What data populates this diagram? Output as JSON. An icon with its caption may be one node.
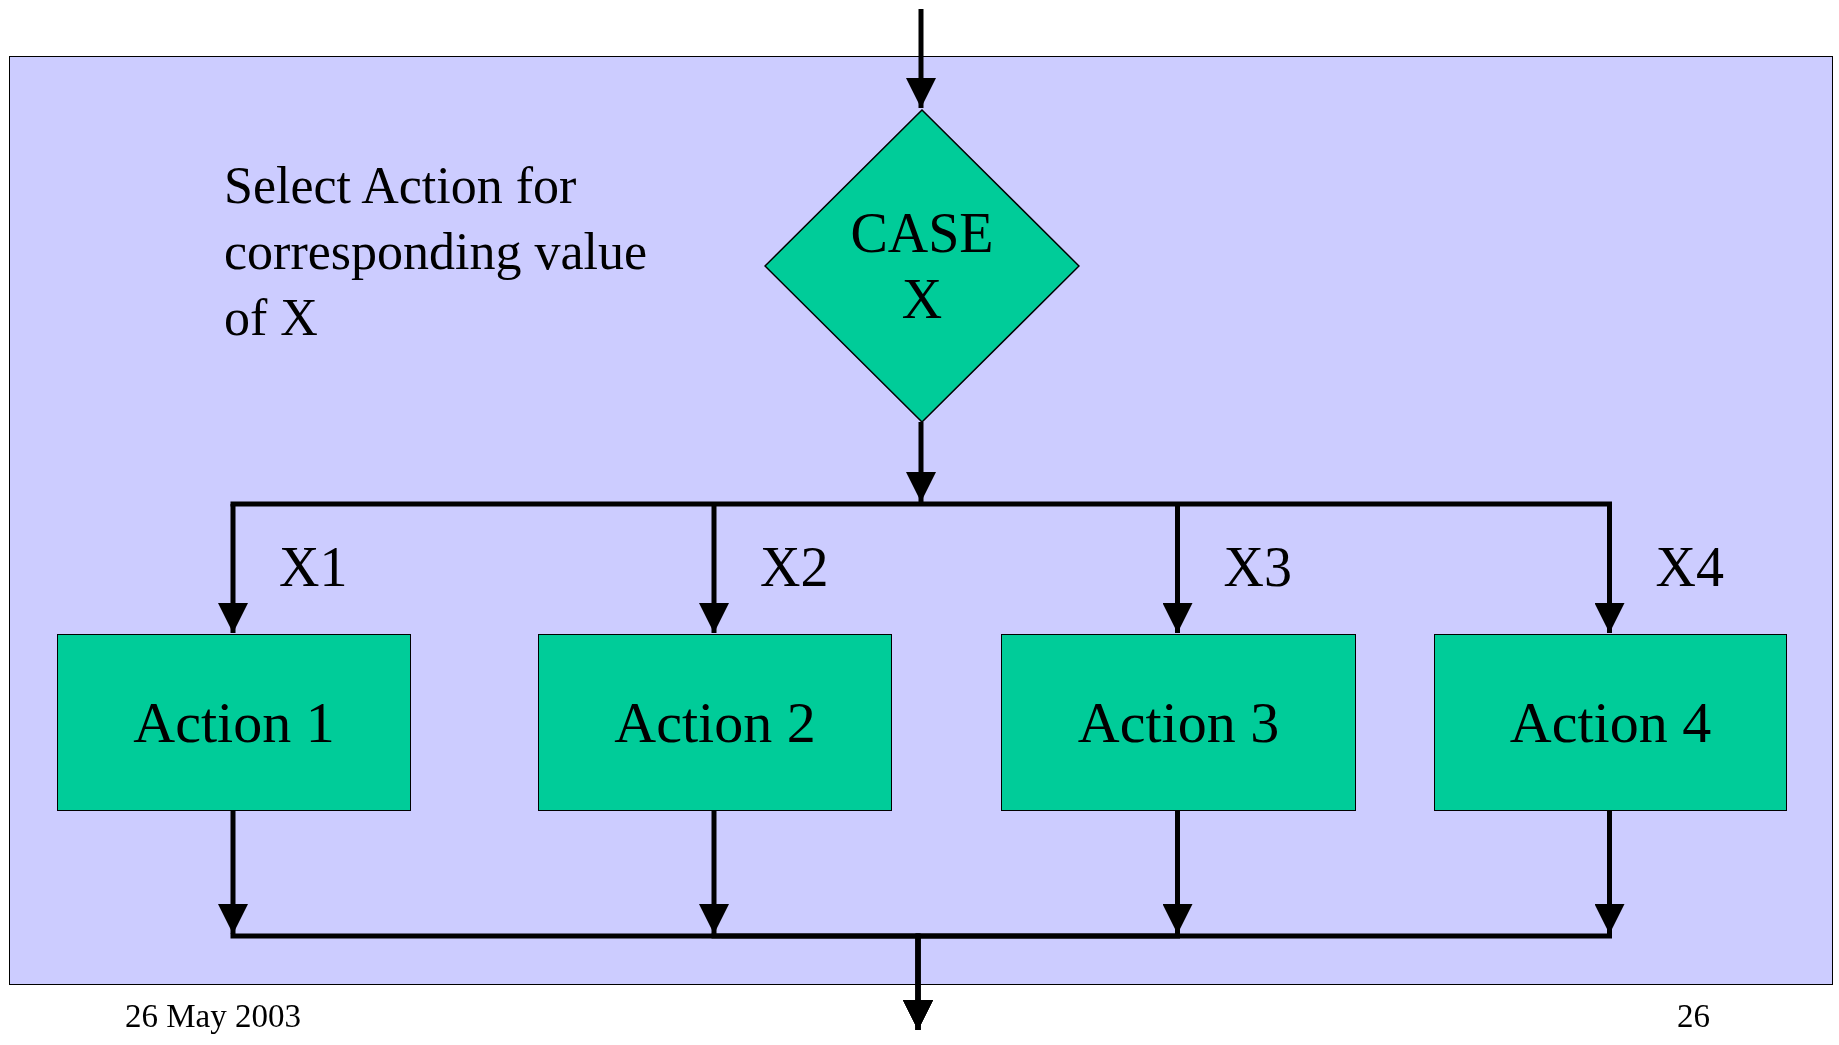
{
  "diagram": {
    "nodes": [
      {
        "text": [
          "Select Action for corresponding value of X"
        ]
      },
      {
        "text": [
          "CASE X"
        ],
        "in": 0
      },
      {
        "text": [
          "Action 1"
        ],
        "in": 0
      },
      {
        "text": [
          "Action 2"
        ],
        "in": 0
      },
      {
        "text": [
          "Action 3"
        ],
        "in": 0
      },
      {
        "text": [
          "Action 4"
        ],
        "in": 0
      }
    ],
    "edges": [
      {
        "from": null,
        "to": 1,
        "arrow": "to"
      },
      {
        "from": 1,
        "to": 2,
        "arrow": "to",
        "label": "X1"
      },
      {
        "from": 1,
        "to": 3,
        "arrow": "to",
        "label": "X2"
      },
      {
        "from": 1,
        "to": 4,
        "arrow": "to",
        "label": "X3"
      },
      {
        "from": 1,
        "to": 5,
        "arrow": "to",
        "label": "X4"
      },
      {
        "from": 2,
        "to": null,
        "arrow": "to"
      },
      {
        "from": 3,
        "to": null,
        "arrow": "to"
      },
      {
        "from": 4,
        "to": null,
        "arrow": "to"
      },
      {
        "from": 5,
        "to": null,
        "arrow": "to"
      }
    ],
    "labels": [
      "26 May 2003",
      "26"
    ]
  }
}
